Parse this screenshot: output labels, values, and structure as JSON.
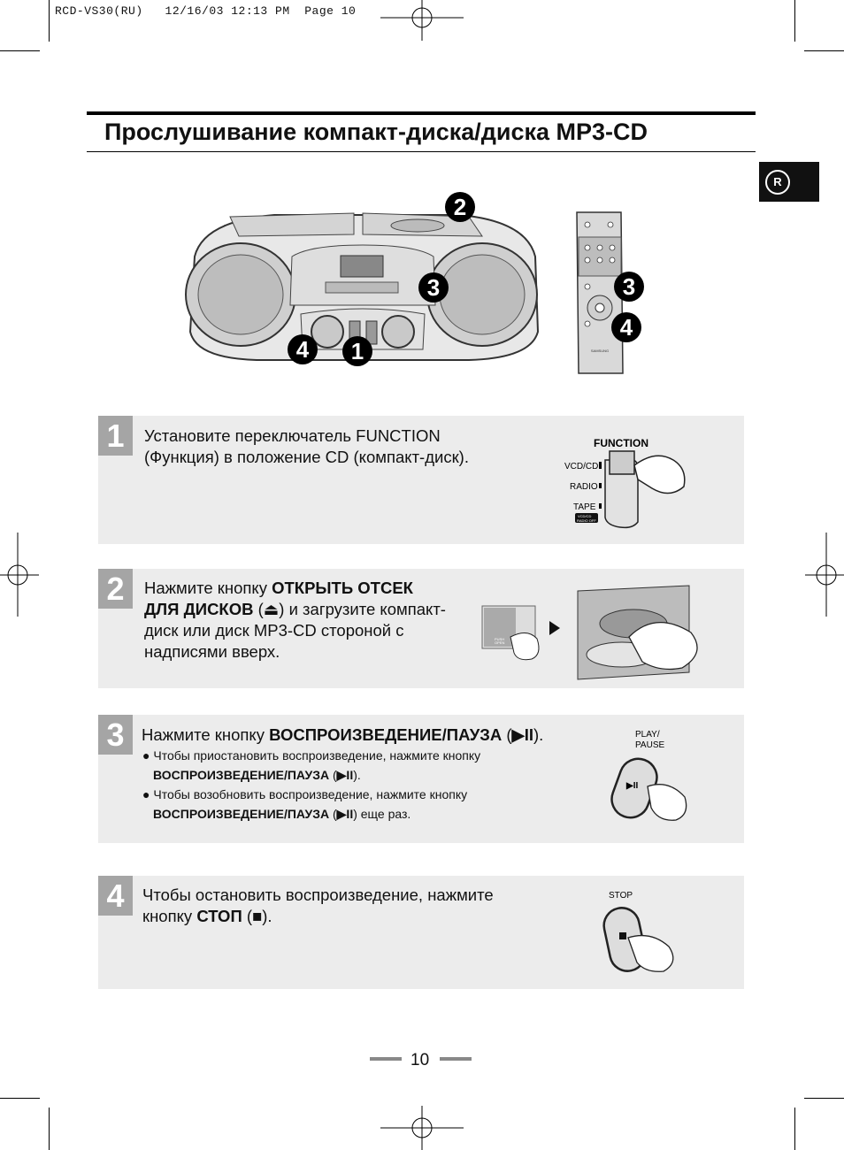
{
  "header": {
    "line": "RCD-VS30(RU)   12/16/03 12:13 PM  Page 10"
  },
  "title": "Прослушивание компакт-диска/диска MP3-CD",
  "tab": {
    "label": "R"
  },
  "callouts": {
    "c1": "1",
    "c2": "2",
    "c3": "3",
    "c4": "4"
  },
  "remote_brand": "SAMSUNG",
  "steps": [
    {
      "number": "1",
      "text_line1": "Установите переключатель FUNCTION",
      "text_line2": "(Функция) в положение CD (компакт-диск).",
      "illustration": {
        "function_label": "FUNCTION",
        "options": [
          "VCD/CD",
          "RADIO",
          "TAPE"
        ],
        "small_label_1": "VCD/CD",
        "small_label_2": "RADIO OFF"
      }
    },
    {
      "number": "2",
      "text_prefix": "Нажмите кнопку ",
      "text_bold_1": "ОТКРЫТЬ ОТСЕК",
      "text_bold_2": "ДЛЯ ДИСКОВ",
      "eject_symbol": "⏏",
      "text_rest_1": ") и загрузите компакт-",
      "text_line3": "диск или диск MP3-CD стороной с",
      "text_line4": "надписями вверх.",
      "push_label_1": "PUSH",
      "push_label_2": "OPEN"
    },
    {
      "number": "3",
      "text_prefix": "Нажмите кнопку ",
      "text_bold": "ВОСПРОИЗВЕДЕНИЕ/ПАУЗА",
      "symbol": "▶II",
      "bullet1_line1": "Чтобы приостановить воспроизведение, нажмите кнопку",
      "bullet1_bold": "ВОСПРОИЗВЕДЕНИЕ/ПАУЗА",
      "bullet2_line1": "Чтобы возобновить воспроизведение, нажмите кнопку",
      "bullet2_bold": "ВОСПРОИЗВЕДЕНИЕ/ПАУЗА",
      "bullet2_tail": " еще раз.",
      "button_label_1": "PLAY/",
      "button_label_2": "PAUSE"
    },
    {
      "number": "4",
      "text_line1": "Чтобы остановить воспроизведение, нажмите",
      "text_prefix2": "кнопку ",
      "text_bold": "СТОП",
      "symbol": "■",
      "button_label": "STOP"
    }
  ],
  "page_number": "10"
}
